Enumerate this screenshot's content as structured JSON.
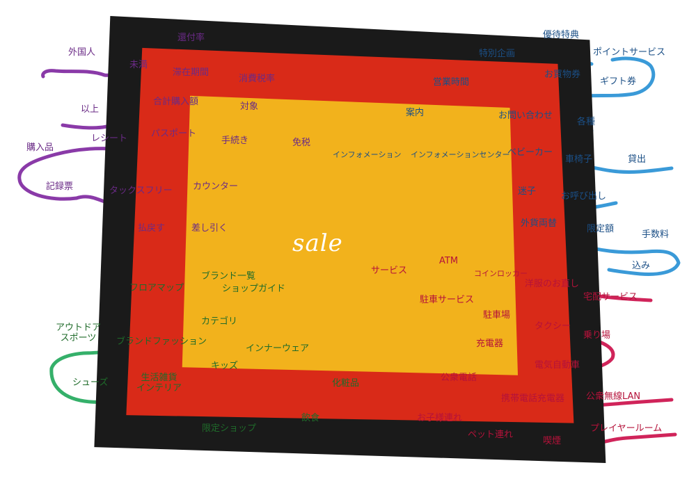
{
  "center": {
    "label": "sale"
  },
  "colors": {
    "tax": "#8a3aa8",
    "info": "#3a9ad8",
    "service": "#d0245a",
    "shop": "#35b06a",
    "sale_fill": "#f2b21c",
    "sale_border": "#d92a18",
    "sale_frame": "#1a1a1a"
  },
  "tax": {
    "root": "免税",
    "target": "対象",
    "consumption_tax": "消費税率",
    "refund_rate": "還付率",
    "stay_period": "滞在期間",
    "minor": "未満",
    "foreigner": "外国人",
    "total_purchase": "合計購入額",
    "above": "以上",
    "procedure": "手続き",
    "passport": "パスポート",
    "receipt": "レシート",
    "purchased_goods": "購入品",
    "record_form": "記録票",
    "tax_free": "タックスフリー",
    "counter": "カウンター",
    "refund": "払戻す",
    "deduct": "差し引く"
  },
  "info": {
    "root": "インフォメーション",
    "info_center": "インフォメーションセンター",
    "guide": "案内",
    "business_hours": "営業時間",
    "special_event": "特別企画",
    "benefits": "優待特典",
    "point_service": "ポイントサービス",
    "shopping_coupon": "お買物券",
    "gift_coupon": "ギフト券",
    "inquiry": "お問い合わせ",
    "various": "各種",
    "stroller": "ベビーカー",
    "wheelchair": "車椅子",
    "rental": "貸出",
    "lost_child": "迷子",
    "paging": "お呼び出し",
    "currency_exchange": "外貨両替",
    "limit": "限定額",
    "fee": "手数料",
    "included": "込み"
  },
  "service": {
    "root": "サービス",
    "atm": "ATM",
    "coin_locker": "コインロッカー",
    "tailoring": "洋服のお直し",
    "delivery": "宅配サービス",
    "parking_service": "駐車サービス",
    "parking_lot": "駐車場",
    "taxi": "タクシー",
    "taxi_stand": "乗り場",
    "charger": "充電器",
    "ev": "電気自動車",
    "public_phone": "公衆電話",
    "phone_charger": "携帯電話充電器",
    "public_lan": "公衆無線LAN",
    "with_children": "お子様連れ",
    "with_pets": "ペット連れ",
    "smoking": "喫煙",
    "play_room": "プレイヤールーム"
  },
  "shop": {
    "brand_list": "ブランド一覧",
    "shop_guide": "ショップガイド",
    "floor_map": "フロアマップ",
    "category": "カテゴリ",
    "outdoor_1": "アウトドア",
    "outdoor_2": "スポーツ",
    "brand_fashion": "ブランドファッション",
    "innerwear": "インナーウェア",
    "kids": "キッズ",
    "shoes": "シューズ",
    "goods_1": "生活雑貨",
    "goods_2": "インテリア",
    "cosmetics": "化粧品",
    "food": "飲食",
    "limited_shop": "限定ショップ"
  }
}
